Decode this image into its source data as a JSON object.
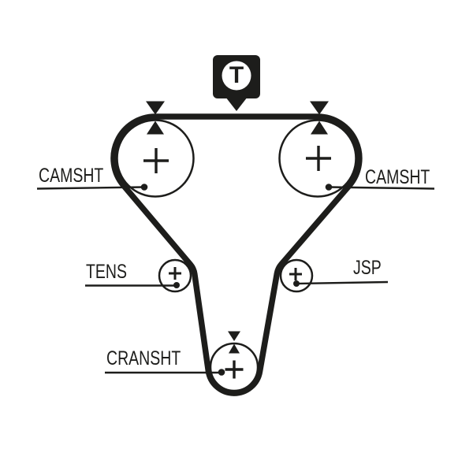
{
  "diagram": {
    "badge": {
      "label": "T"
    },
    "pulleys": {
      "cam_left": {
        "label": "CAMSHT"
      },
      "cam_right": {
        "label": "CAMSHT"
      },
      "tensioner": {
        "label": "TENS"
      },
      "jockey": {
        "label": "JSP"
      },
      "crankshaft": {
        "label": "CRANSHT"
      }
    },
    "colors": {
      "ink": "#1d1d1b",
      "background": "#ffffff"
    }
  }
}
